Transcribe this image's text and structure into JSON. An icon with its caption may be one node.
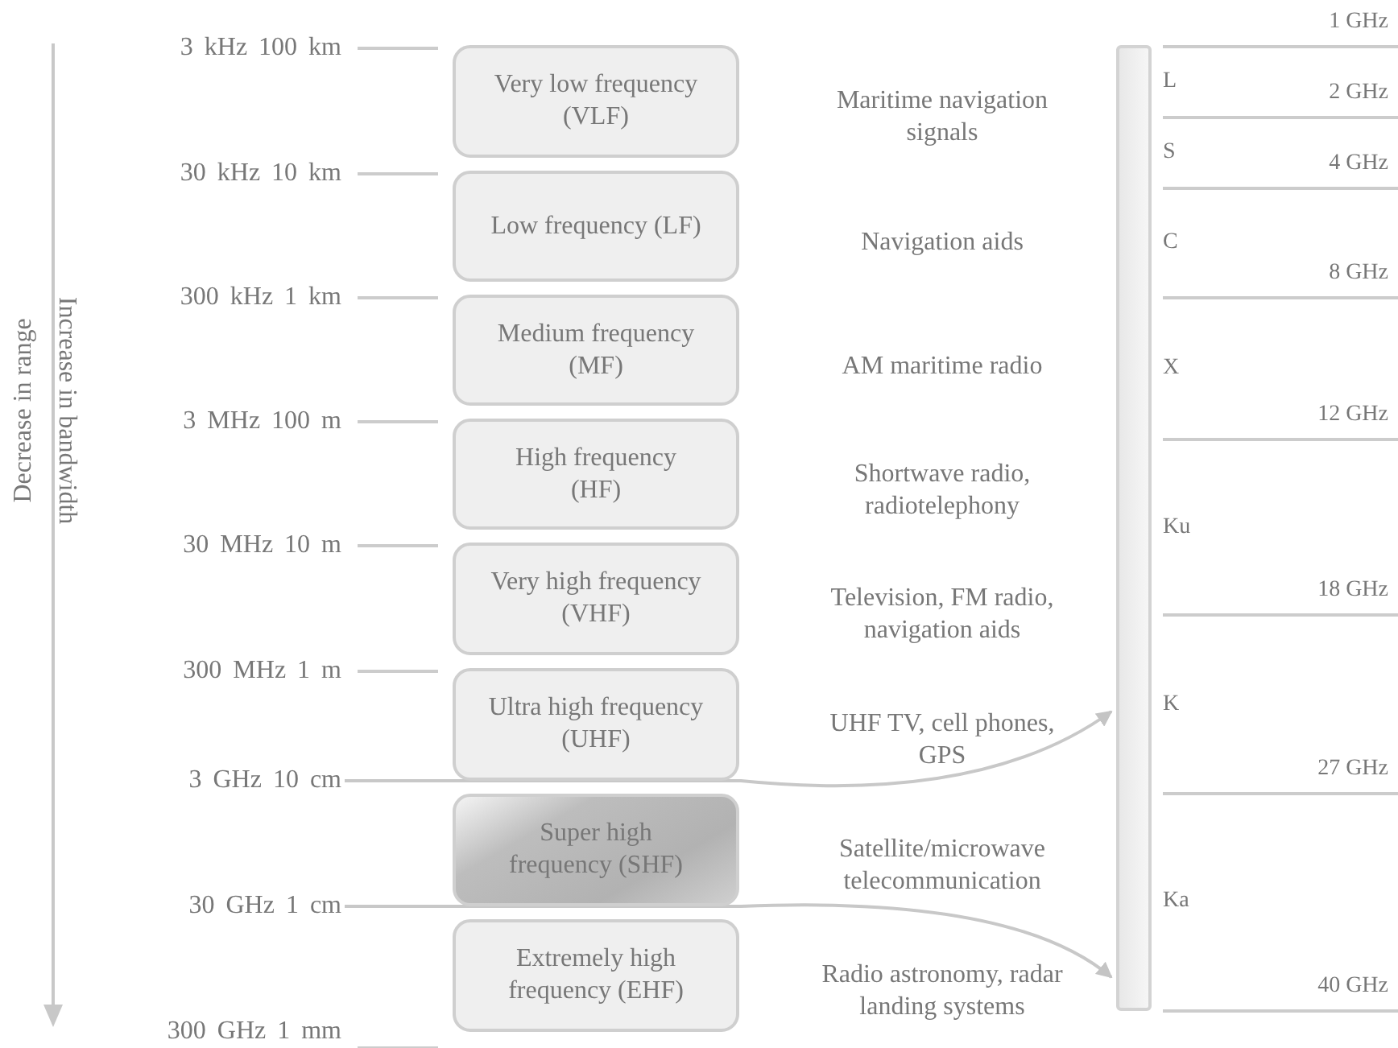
{
  "diagram": {
    "nodes": [
      {
        "text": [
          "Very low frequency (VLF)"
        ]
      },
      {
        "text": [
          "Low frequency (LF)"
        ]
      },
      {
        "text": [
          "Medium frequency (MF)"
        ]
      },
      {
        "text": [
          "High frequency (HF)"
        ]
      },
      {
        "text": [
          "Very high frequency (VHF)"
        ]
      },
      {
        "text": [
          "Ultra high frequency (UHF)"
        ]
      },
      {
        "text": [
          "Super high frequency (SHF)"
        ]
      },
      {
        "text": [
          "Extremely high frequency (EHF)"
        ]
      },
      {
        "text": [],
        "shape": "bar"
      },
      {
        "text": [
          "3 GHz 10 cm"
        ]
      },
      {
        "text": [
          "30 GHz 1 cm"
        ]
      }
    ],
    "edges": [
      {
        "from": 9,
        "to": 8,
        "arrow": "to"
      },
      {
        "from": 10,
        "to": 8,
        "arrow": "to"
      }
    ],
    "labels": [
      "Maritime navigation signals",
      "Navigation aids",
      "AM maritime radio",
      "Shortwave radio, radiotelephony",
      "Television, FM radio, navigation aids",
      "UHF TV, cell phones, GPS",
      "Satellite/microwave telecommunication",
      "Radio astronomy, radar landing systems",
      "Decrease in range",
      "Increase in bandwidth",
      "3 kHz 100 km",
      "30 kHz 10 km",
      "300 kHz 1 km",
      "3 MHz 100 m",
      "30 MHz 10 m",
      "300 MHz 1 m",
      "300 GHz 1 mm",
      "1 GHz",
      "L",
      "2 GHz",
      "S",
      "4 GHz",
      "C",
      "8 GHz",
      "X",
      "12 GHz",
      "Ku",
      "18 GHz",
      "K",
      "27 GHz",
      "Ka",
      "40 GHz"
    ]
  }
}
